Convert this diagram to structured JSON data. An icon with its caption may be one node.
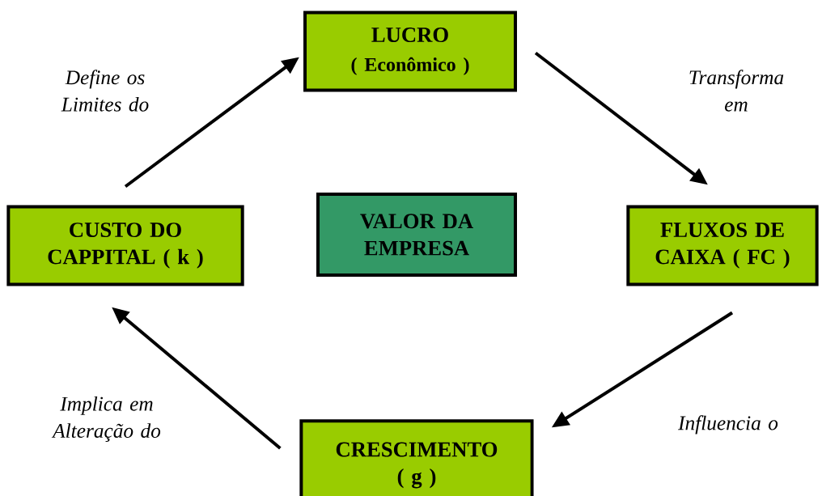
{
  "diagram": {
    "nodes": [
      {
        "text": [
          "LUCRO",
          "( Econômico )"
        ]
      },
      {
        "text": [
          "FLUXOS DE CAIXA ( FC )"
        ]
      },
      {
        "text": [
          "CRESCIMENTO ( g )"
        ]
      },
      {
        "text": [
          "CUSTO DO CAPPITAL ( k )"
        ]
      },
      {
        "text": [
          "VALOR DA EMPRESA"
        ]
      }
    ],
    "edges": [
      {
        "from": 0,
        "to": 1,
        "arrow": "to",
        "label": "Transforma em"
      },
      {
        "from": 1,
        "to": 2,
        "arrow": "to",
        "label": "Influencia o"
      },
      {
        "from": 2,
        "to": 3,
        "arrow": "to",
        "label": "Implica em Alteração do"
      },
      {
        "from": 3,
        "to": 0,
        "arrow": "to",
        "label": "Define os Limites do"
      }
    ]
  }
}
